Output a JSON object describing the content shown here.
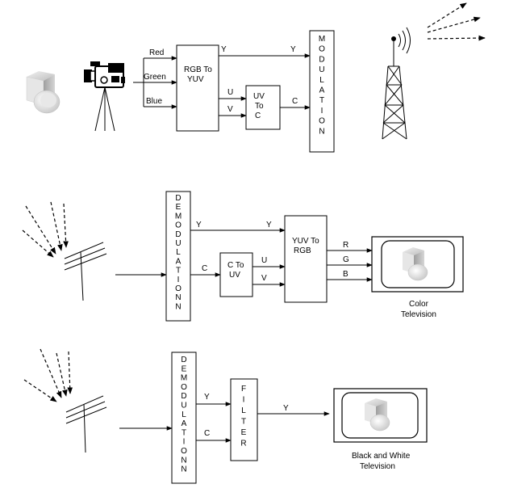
{
  "tx": {
    "red": "Red",
    "green": "Green",
    "blue": "Blue",
    "rgb2yuv_line1": "RGB To",
    "rgb2yuv_line2": "YUV",
    "y": "Y",
    "u": "U",
    "v": "V",
    "c": "C",
    "uv2c_line1": "UV",
    "uv2c_line2": "To",
    "uv2c_line3": "C",
    "modulation": "MODULATION"
  },
  "rx_color": {
    "demodulation": "DEMODULATIONN",
    "y": "Y",
    "c": "C",
    "u": "U",
    "v": "V",
    "c2uv_line1": "C To",
    "c2uv_line2": "UV",
    "yuv2rgb_line1": "YUV To",
    "yuv2rgb_line2": "RGB",
    "r": "R",
    "g": "G",
    "b": "B",
    "tv_label_line1": "Color",
    "tv_label_line2": "Television"
  },
  "rx_bw": {
    "demodulation": "DEMODULATIONN",
    "y_in": "Y",
    "c_in": "C",
    "filter": "FILTER",
    "y_out": "Y",
    "tv_label_line1": "Black and White",
    "tv_label_line2": "Television"
  },
  "icons": [
    "camera-icon",
    "object-icon",
    "tower-icon",
    "antenna-icon",
    "television-icon"
  ]
}
